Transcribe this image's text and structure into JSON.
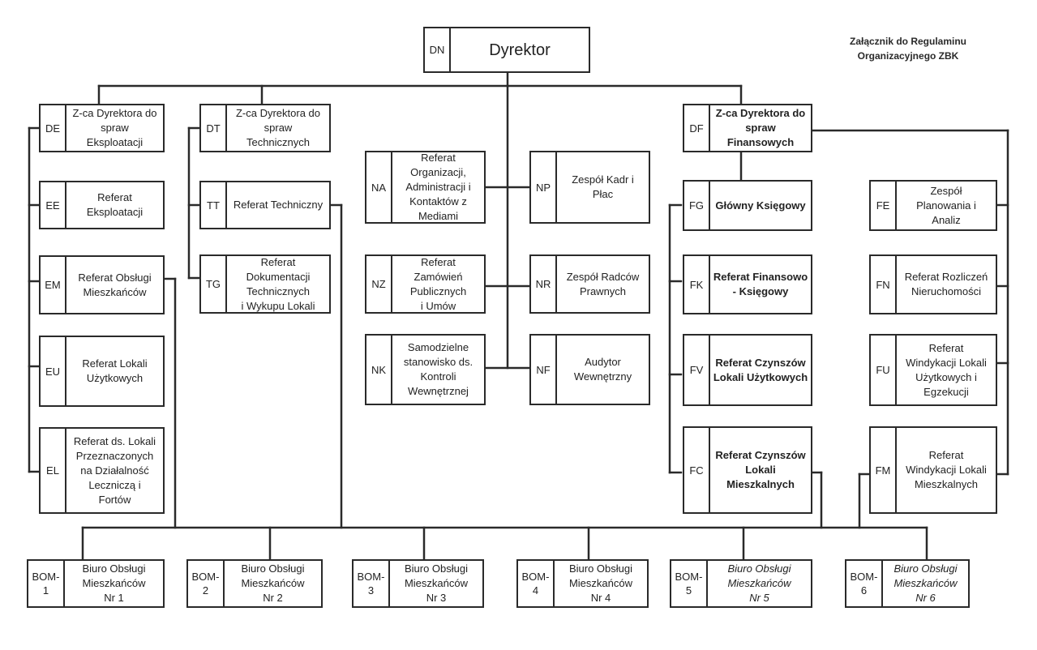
{
  "annex": {
    "line1": "Załącznik do Regulaminu",
    "line2": "Organizacyjnego ZBK"
  },
  "units": {
    "DN": {
      "code": "DN",
      "label": "Dyrektor"
    },
    "DE": {
      "code": "DE",
      "label": "Z-ca Dyrektora do\nspraw\nEksploatacji"
    },
    "DT": {
      "code": "DT",
      "label": "Z-ca Dyrektora do\nspraw\nTechnicznych"
    },
    "DF": {
      "code": "DF",
      "label": "Z-ca Dyrektora  do\nspraw\nFinansowych"
    },
    "EE": {
      "code": "EE",
      "label": "Referat\nEksploatacji"
    },
    "EM": {
      "code": "EM",
      "label": "Referat Obsługi\nMieszkańców"
    },
    "EU": {
      "code": "EU",
      "label": "Referat Lokali\nUżytkowych"
    },
    "EL": {
      "code": "EL",
      "label": "Referat ds. Lokali\nPrzeznaczonych\nna Działalność\nLeczniczą i\nFortów"
    },
    "TT": {
      "code": "TT",
      "label": "Referat Techniczny"
    },
    "TG": {
      "code": "TG",
      "label": "Referat\nDokumentacji\nTechnicznych\ni Wykupu Lokali"
    },
    "NA": {
      "code": "NA",
      "label": "Referat\nOrganizacji,\nAdministracji i\nKontaktów z\nMediami"
    },
    "NP": {
      "code": "NP",
      "label": "Zespół Kadr i\nPłac"
    },
    "NZ": {
      "code": "NZ",
      "label": "Referat\nZamówień\nPublicznych\ni Umów"
    },
    "NR": {
      "code": "NR",
      "label": "Zespół Radców\nPrawnych"
    },
    "NK": {
      "code": "NK",
      "label": "Samodzielne\nstanowisko ds.\nKontroli\nWewnętrznej"
    },
    "NF": {
      "code": "NF",
      "label": "Audytor\nWewnętrzny"
    },
    "FG": {
      "code": "FG",
      "label": "Główny Księgowy"
    },
    "FK": {
      "code": "FK",
      "label": "Referat Finansowo\n- Księgowy"
    },
    "FV": {
      "code": "FV",
      "label": "Referat Czynszów\nLokali Użytkowych"
    },
    "FC": {
      "code": "FC",
      "label": "Referat Czynszów\nLokali\nMieszkalnych"
    },
    "FE": {
      "code": "FE",
      "label": "Zespół\nPlanowania i\nAnaliz"
    },
    "FN": {
      "code": "FN",
      "label": "Referat Rozliczeń\nNieruchomości"
    },
    "FU": {
      "code": "FU",
      "label": "Referat\nWindykacji Lokali\nUżytkowych i\nEgzekucji"
    },
    "FM": {
      "code": "FM",
      "label": "Referat\nWindykacji Lokali\nMieszkalnych"
    },
    "BOM1": {
      "code": "BOM-\n1",
      "label": "Biuro Obsługi\nMieszkańców\nNr 1"
    },
    "BOM2": {
      "code": "BOM-\n2",
      "label": "Biuro Obsługi\nMieszkańców\nNr 2"
    },
    "BOM3": {
      "code": "BOM-\n3",
      "label": "Biuro Obsługi\nMieszkańców\nNr 3"
    },
    "BOM4": {
      "code": "BOM-\n4",
      "label": "Biuro Obsługi\nMieszkańców\nNr 4"
    },
    "BOM5": {
      "code": "BOM-\n5",
      "label": "Biuro Obsługi\nMieszkańców\nNr 5"
    },
    "BOM6": {
      "code": "BOM-\n6",
      "label": "Biuro Obsługi\nMieszkańców\nNr 6"
    }
  }
}
